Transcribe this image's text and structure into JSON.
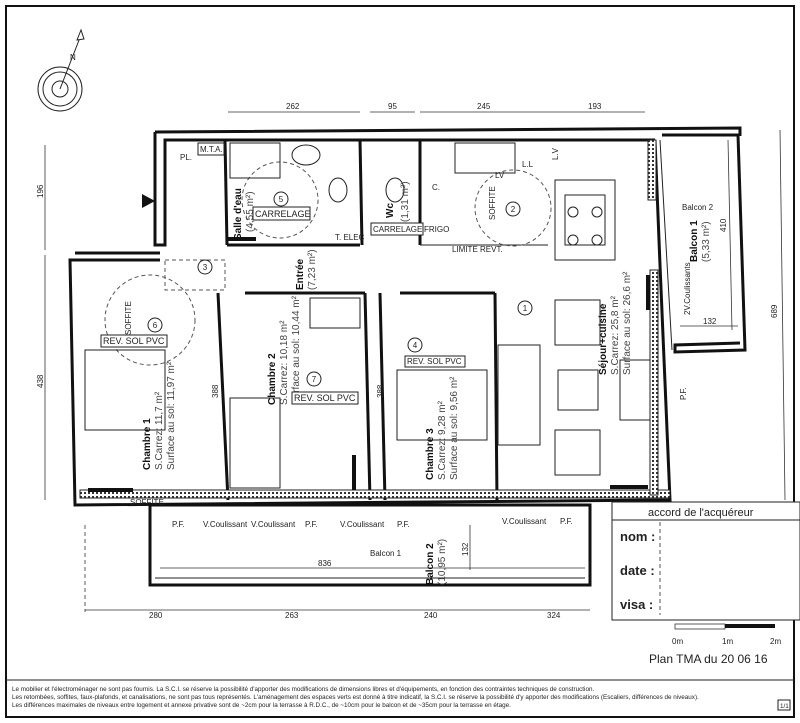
{
  "plan_title": "Plan TMA du 20 06 16",
  "scale": {
    "labels": [
      "0m",
      "1m",
      "2m"
    ]
  },
  "compass": {
    "north_label": "N"
  },
  "rooms": {
    "sejour": {
      "number": "1",
      "name": "Séjour+cuisine",
      "carrez": "S.Carrez: 25,8 m²",
      "sol": "Surface au sol: 26,6 m²"
    },
    "cuisine": {
      "number": "2"
    },
    "degagement": {
      "number": "3"
    },
    "chambre3": {
      "number": "4",
      "name": "Chambre 3",
      "carrez": "S.Carrez: 9,28 m²",
      "sol": "Surface au sol: 9,56 m²"
    },
    "salle_eau": {
      "number": "5",
      "name": "Salle d'eau",
      "area": "(4,55 m²)"
    },
    "chambre1": {
      "number": "6",
      "name": "Chambre 1",
      "carrez": "S.Carrez: 11,7 m²",
      "sol": "Surface au sol: 11,97 m²"
    },
    "chambre2": {
      "number": "7",
      "name": "Chambre 2",
      "carrez": "S.Carrez: 10,18 m²",
      "sol": "Surface au sol: 10,44 m²"
    },
    "entree": {
      "name": "Entrée",
      "area": "(7,23 m²)"
    },
    "wc": {
      "name": "Wc",
      "area": "(1,31 m²)"
    },
    "balcon_droit": {
      "small": "Balcon 2",
      "name": "Balcon 1",
      "area": "(5,33 m²)"
    },
    "balcon_bas": {
      "small": "Balcon 1",
      "name": "Balcon 2",
      "area": "(10,95 m²)"
    }
  },
  "labels": {
    "pl": "PL.",
    "mta": "M.T.A.",
    "carrelage": "CARRELAGE",
    "frigo": "FRIGO",
    "t_elec": "T. ELEC",
    "c": "C.",
    "lv": "LV",
    "ll": "L.L",
    "lv2": "L.V",
    "soffite": "SOFFITE",
    "limite_revt": "LIMITE REVT.",
    "rev_sol_pvc": "REV. SOL PVC",
    "pf": "P.F.",
    "v_coulissant": "V.Coulissant",
    "two_v_coulissants": "2V.Coulissants"
  },
  "dimensions": {
    "top": [
      "262",
      "95",
      "245",
      "193"
    ],
    "left": [
      "196",
      "438"
    ],
    "bottom": [
      "280",
      "263",
      "240",
      "324"
    ],
    "right": [
      "689",
      "410",
      "132"
    ],
    "interior": [
      "388",
      "388"
    ],
    "balcon_bas": [
      "836",
      "132"
    ]
  },
  "acquereur": {
    "title": "accord de l'acquéreur",
    "fields": [
      "nom :",
      "date :",
      "visa :"
    ]
  },
  "footnotes": [
    "Le mobilier et l'électroménager ne sont pas fournis. La S.C.I. se réserve la possibilité d'apporter des modifications de dimensions libres et d'équipements, en fonction des contraintes techniques de construction.",
    "Les retombées, soffites, faux-plafonds, et canalisations, ne sont pas tous représentés. L'aménagement des espaces verts est donné à titre indicatif, la S.C.I. se réserve la possibilité d'y apporter des modifications (Escaliers, différences de niveaux).",
    "Les différences maximales de niveaux entre logement et annexe privative sont de ~2cm pour la terrasse à R.D.C., de ~10cm pour le balcon et de ~35cm pour la terrasse en étage."
  ],
  "page_number": "1/1"
}
